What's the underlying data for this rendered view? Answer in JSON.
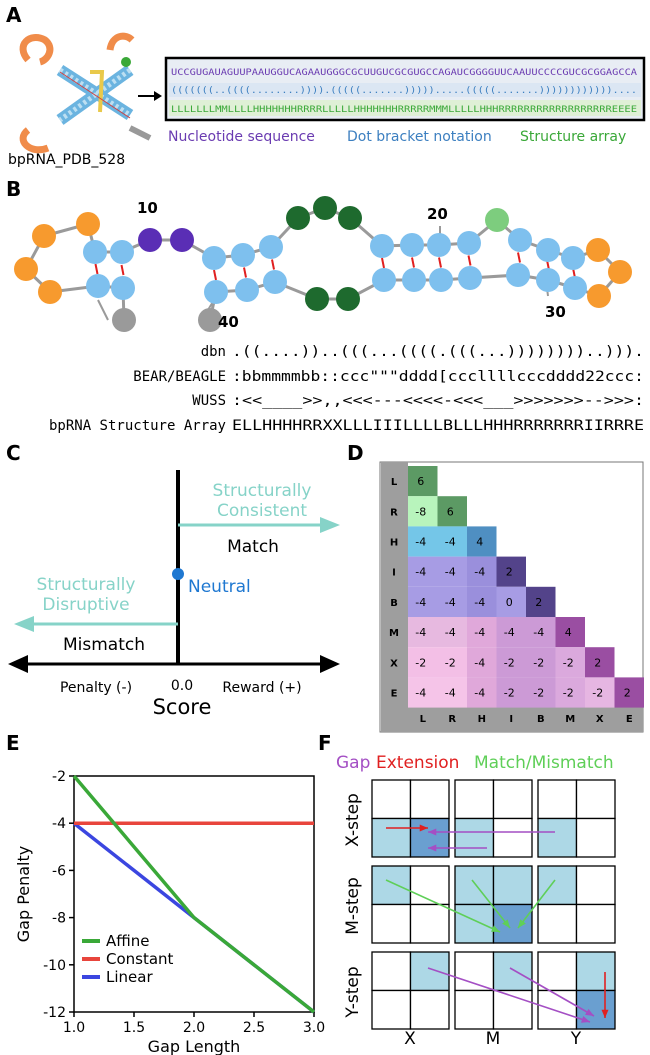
{
  "panel_a": {
    "label": "A",
    "sequence": "UCCGUGAUAGUUPAAUGGUCAGAAUGGGCGCUUGUCGCGUGCCAGAUCGGGGUUCAAUUCCCCGUCGCGGAGCCA",
    "dot_bracket": "(((((((..((((........)))).(((((.......))))).....(((((.......))))))))))))....",
    "structure_array": "LLLLLLLMMLLLLHHHHHHHRRRRLLLLLHHHHHHHRRRRRMMMLLLLLHHHRRRRRRRRRRRRRRRRRREEEE",
    "caption_seq": "Nucleotide sequence",
    "caption_dbn": "Dot bracket notation",
    "caption_sa": "Structure array",
    "molecule_name": "bpRNA_PDB_528",
    "colors": {
      "seq": "#6a3bb1",
      "dbn": "#3c7fc0",
      "sa": "#3aa838",
      "box_fill": "#e8edf4",
      "row2": "#dbe6f3",
      "row3": "#dff0d6"
    }
  },
  "panel_b": {
    "label": "B",
    "num_10": "10",
    "num_20": "20",
    "num_30": "30",
    "num_40": "40",
    "rows": [
      {
        "name": "dbn",
        "value": ".((....))..(((...((((.(((...))))))))..)))."
      },
      {
        "name": "BEAR/BEAGLE",
        "value": ":bbmmmmbb::ccc\"\"\"dddd[cccllllcccdddd22ccc:"
      },
      {
        "name": "WUSS",
        "value": ":<<____>>,,<<<---<<<<-<<<___>>>>>>>-->>>:"
      },
      {
        "name": "bpRNA Structure Array",
        "value": "ELLHHHHRRXXLLLIIILLLLBLLLHHHRRRRRRRIIRRRE"
      }
    ],
    "colors": {
      "stem": "#7ec0ee",
      "hairpin": "#f79a2e",
      "bulge": "#5a2eb5",
      "internal": "#1e6a2e",
      "gray": "#9a9a9a",
      "light_green": "#7dcd7e",
      "bond": "#e02020"
    }
  },
  "panel_c": {
    "label": "C",
    "structurally_consistent": [
      "Structurally",
      "Consistent"
    ],
    "match": "Match",
    "neutral": "Neutral",
    "structurally_disruptive": [
      "Structurally",
      "Disruptive"
    ],
    "mismatch": "Mismatch",
    "penalty": "Penalty (-)",
    "zero": "0.0",
    "reward": "Reward (+)",
    "score": "Score",
    "colors": {
      "arrow": "#86d3c8",
      "neutral": "#1f78d1"
    }
  },
  "panel_d": {
    "label": "D",
    "labels": [
      "L",
      "R",
      "H",
      "I",
      "B",
      "M",
      "X",
      "E"
    ],
    "values": [
      [
        "6"
      ],
      [
        "-8",
        "6"
      ],
      [
        "-4",
        "-4",
        "4"
      ],
      [
        "-4",
        "-4",
        "-4",
        "2"
      ],
      [
        "-4",
        "-4",
        "-4",
        "0",
        "2"
      ],
      [
        "-4",
        "-4",
        "-4",
        "-4",
        "-4",
        "4"
      ],
      [
        "-2",
        "-2",
        "-4",
        "-2",
        "-2",
        "-2",
        "2"
      ],
      [
        "-4",
        "-4",
        "-4",
        "-2",
        "-2",
        "-2",
        "-2",
        "2"
      ]
    ]
  },
  "chart_data": {
    "type": "line",
    "title": "",
    "xlabel": "Gap Length",
    "ylabel": "Gap Penalty",
    "xlim": [
      1.0,
      3.0
    ],
    "ylim": [
      -12,
      -2
    ],
    "xticks": [
      "1.0",
      "1.5",
      "2.0",
      "2.5",
      "3.0"
    ],
    "yticks": [
      "-2",
      "-4",
      "-6",
      "-8",
      "-10",
      "-12"
    ],
    "series": [
      {
        "name": "Affine",
        "color": "#3aa838",
        "x": [
          1,
          2,
          3
        ],
        "y": [
          -2,
          -8,
          -12
        ]
      },
      {
        "name": "Constant",
        "color": "#e8453c",
        "x": [
          1,
          3
        ],
        "y": [
          -4,
          -4
        ]
      },
      {
        "name": "Linear",
        "color": "#3b46e0",
        "x": [
          1,
          2,
          3
        ],
        "y": [
          -4,
          -8,
          -12
        ]
      }
    ],
    "legend_position": "bottom-left",
    "panel_label": "E"
  },
  "panel_f": {
    "label": "F",
    "gap": "Gap",
    "extension": "Extension",
    "match_mismatch": "Match/Mismatch",
    "x_step": "X-step",
    "m_step": "M-step",
    "y_step": "Y-step",
    "col_x": "X",
    "col_m": "M",
    "col_y": "Y",
    "colors": {
      "gap": "#a44fc4",
      "extension": "#e02020",
      "match": "#5fcf58",
      "light": "#add8e6",
      "dark": "#6a9fd0"
    }
  }
}
